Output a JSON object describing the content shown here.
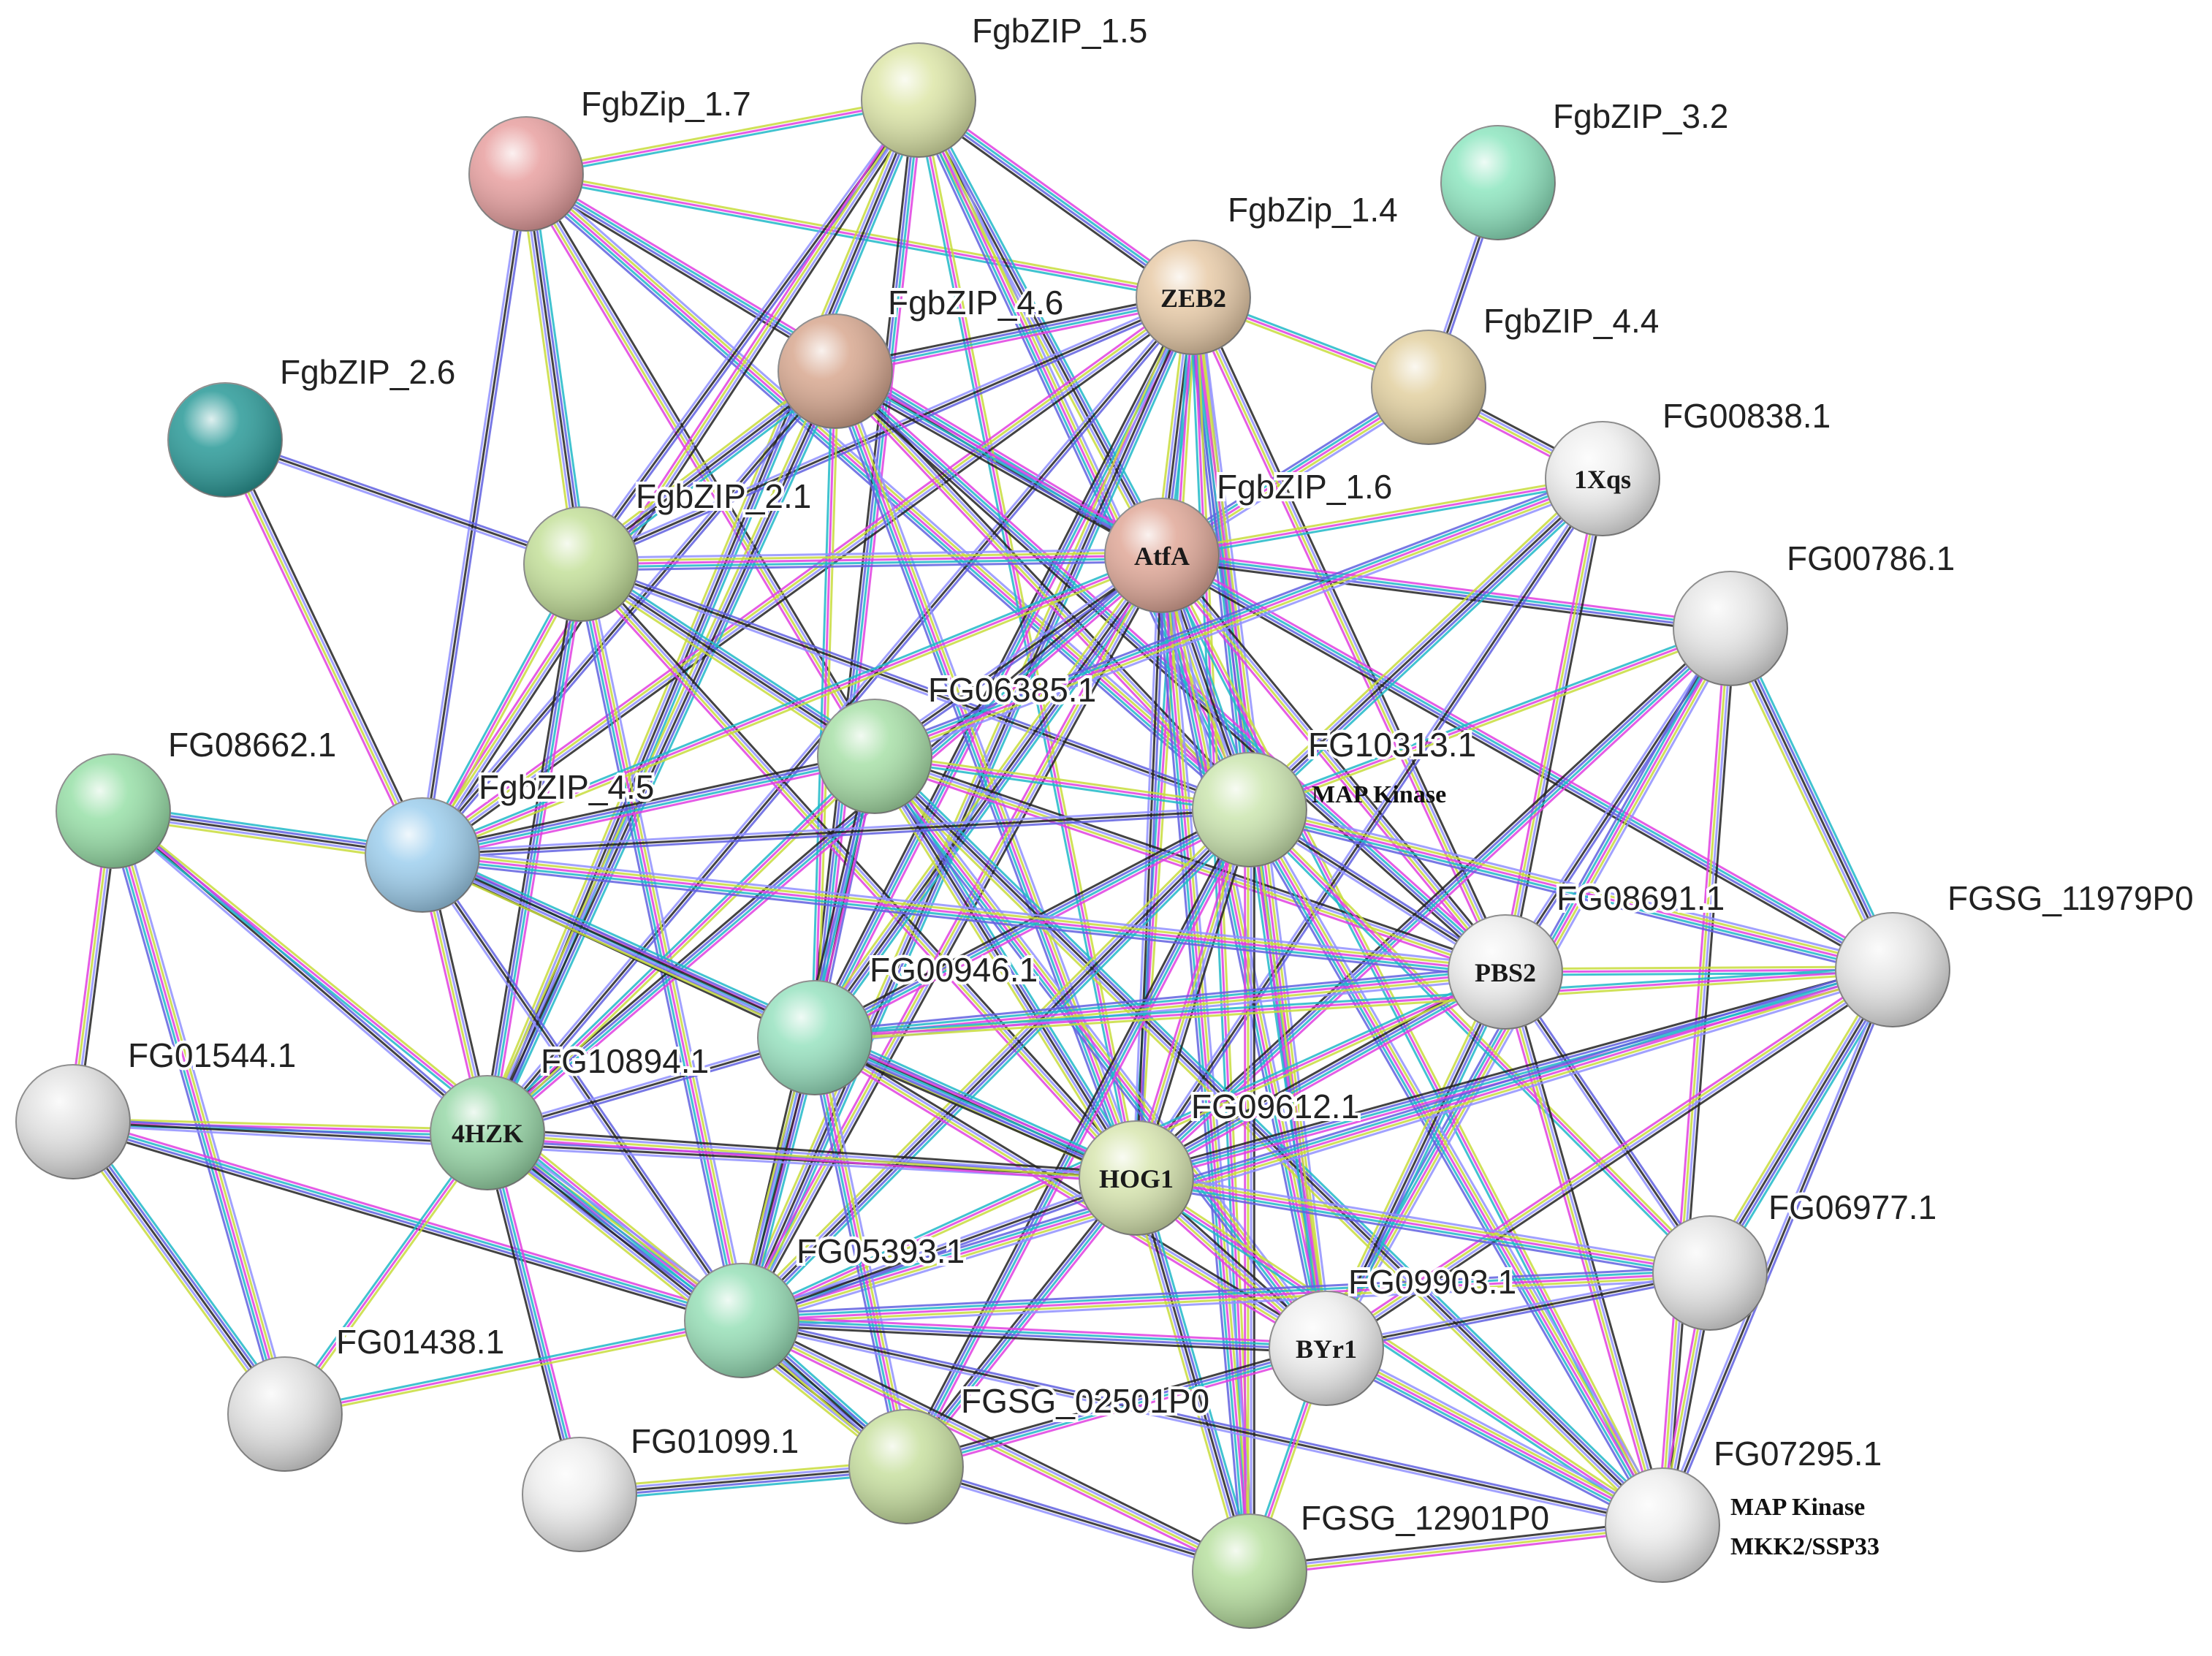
{
  "colors": {
    "edge_palette": [
      "#c8dc3c",
      "#e040e0",
      "#20b8c8",
      "#6060e0",
      "#222222",
      "#9090ff"
    ],
    "background": "#ffffff"
  },
  "annotations": {
    "map_kinase_1": "MAP Kinase",
    "map_kinase_2_line1": "MAP Kinase",
    "map_kinase_2_line2": "MKK2/SSP33"
  },
  "nodes": [
    {
      "id": "n1_7",
      "label": "FgbZip_1.7",
      "inner": "",
      "color": "#e8a0a0"
    },
    {
      "id": "n1_5",
      "label": "FgbZIP_1.5",
      "inner": "",
      "color": "#dde6a8"
    },
    {
      "id": "n3_2",
      "label": "FgbZIP_3.2",
      "inner": "",
      "color": "#8ee6c0"
    },
    {
      "id": "n1_4",
      "label": "FgbZip_1.4",
      "inner": "ZEB2",
      "color": "#e8cba8"
    },
    {
      "id": "n4_6",
      "label": "FgbZIP_4.6",
      "inner": "",
      "color": "#d8a890"
    },
    {
      "id": "n4_4",
      "label": "FgbZIP_4.4",
      "inner": "",
      "color": "#e2d0a0"
    },
    {
      "id": "n2_6",
      "label": "FgbZIP_2.6",
      "inner": "",
      "color": "#2a9a98"
    },
    {
      "id": "n00838",
      "label": "FG00838.1",
      "inner": "1Xqs",
      "color": "#eeeeee"
    },
    {
      "id": "n2_1",
      "label": "FgbZIP_2.1",
      "inner": "",
      "color": "#c4e09a"
    },
    {
      "id": "n1_6",
      "label": "FgbZIP_1.6",
      "inner": "AtfA",
      "color": "#e0a898"
    },
    {
      "id": "n00786",
      "label": "FG00786.1",
      "inner": "",
      "color": "#e6e6e6"
    },
    {
      "id": "n06385",
      "label": "FG06385.1",
      "inner": "",
      "color": "#a8e0a8"
    },
    {
      "id": "n10313",
      "label": "FG10313.1",
      "inner": "",
      "color": "#cce6b0"
    },
    {
      "id": "n08662",
      "label": "FG08662.1",
      "inner": "",
      "color": "#98e0a8"
    },
    {
      "id": "n4_5",
      "label": "FgbZIP_4.5",
      "inner": "",
      "color": "#9ecfee"
    },
    {
      "id": "n08691",
      "label": "FG08691.1",
      "inner": "PBS2",
      "color": "#eeeeee"
    },
    {
      "id": "n11979",
      "label": "FGSG_11979P0",
      "inner": "",
      "color": "#e6e6e6"
    },
    {
      "id": "n00946",
      "label": "FG00946.1",
      "inner": "",
      "color": "#98e2c0"
    },
    {
      "id": "n01544",
      "label": "FG01544.1",
      "inner": "",
      "color": "#e2e2e2"
    },
    {
      "id": "n10894",
      "label": "FG10894.1",
      "inner": "4HZK",
      "color": "#98d8a8"
    },
    {
      "id": "n09612",
      "label": "FG09612.1",
      "inner": "HOG1",
      "color": "#d8e6b0"
    },
    {
      "id": "n06977",
      "label": "FG06977.1",
      "inner": "",
      "color": "#e6e6e6"
    },
    {
      "id": "n05393",
      "label": "FG05393.1",
      "inner": "",
      "color": "#98e0b8"
    },
    {
      "id": "n09903",
      "label": "FG09903.1",
      "inner": "BYr1",
      "color": "#eeeeee"
    },
    {
      "id": "n01438",
      "label": "FG01438.1",
      "inner": "",
      "color": "#e2e2e2"
    },
    {
      "id": "n02501",
      "label": "FGSG_02501P0",
      "inner": "",
      "color": "#c8e0a0"
    },
    {
      "id": "n01099",
      "label": "FG01099.1",
      "inner": "",
      "color": "#eeeeee"
    },
    {
      "id": "n07295",
      "label": "FG07295.1",
      "inner": "",
      "color": "#eeeeee"
    },
    {
      "id": "n12901",
      "label": "FGSG_12901P0",
      "inner": "",
      "color": "#b8e0a0"
    }
  ],
  "edges": [
    [
      "n1_7",
      "n1_4"
    ],
    [
      "n1_7",
      "n1_6"
    ],
    [
      "n1_7",
      "n2_1"
    ],
    [
      "n1_7",
      "n4_5"
    ],
    [
      "n1_7",
      "n06385"
    ],
    [
      "n1_7",
      "n10313"
    ],
    [
      "n1_7",
      "n1_5"
    ],
    [
      "n1_5",
      "n1_4"
    ],
    [
      "n1_5",
      "n1_6"
    ],
    [
      "n1_5",
      "n2_1"
    ],
    [
      "n1_5",
      "n4_5"
    ],
    [
      "n1_5",
      "n10313"
    ],
    [
      "n1_5",
      "n09612"
    ],
    [
      "n1_5",
      "n00946"
    ],
    [
      "n1_5",
      "n10894"
    ],
    [
      "n3_2",
      "n4_4"
    ],
    [
      "n4_4",
      "n00838"
    ],
    [
      "n4_4",
      "n1_6"
    ],
    [
      "n4_4",
      "n1_4"
    ],
    [
      "n1_4",
      "n4_6"
    ],
    [
      "n1_4",
      "n1_6"
    ],
    [
      "n1_4",
      "n2_1"
    ],
    [
      "n1_4",
      "n4_5"
    ],
    [
      "n1_4",
      "n10313"
    ],
    [
      "n1_4",
      "n09612"
    ],
    [
      "n1_4",
      "n00946"
    ],
    [
      "n1_4",
      "n05393"
    ],
    [
      "n1_4",
      "n10894"
    ],
    [
      "n1_4",
      "n08691"
    ],
    [
      "n1_4",
      "n09903"
    ],
    [
      "n1_4",
      "n12901"
    ],
    [
      "n4_6",
      "n1_6"
    ],
    [
      "n4_6",
      "n2_1"
    ],
    [
      "n4_6",
      "n4_5"
    ],
    [
      "n4_6",
      "n10313"
    ],
    [
      "n4_6",
      "n09612"
    ],
    [
      "n4_6",
      "n00946"
    ],
    [
      "n4_6",
      "n08691"
    ],
    [
      "n4_6",
      "n10894"
    ],
    [
      "n2_6",
      "n2_1"
    ],
    [
      "n2_6",
      "n4_5"
    ],
    [
      "n2_1",
      "n1_6"
    ],
    [
      "n2_1",
      "n4_5"
    ],
    [
      "n2_1",
      "n10894"
    ],
    [
      "n2_1",
      "n06385"
    ],
    [
      "n2_1",
      "n10313"
    ],
    [
      "n2_1",
      "n09612"
    ],
    [
      "n2_1",
      "n05393"
    ],
    [
      "n1_6",
      "n00838"
    ],
    [
      "n1_6",
      "n00786"
    ],
    [
      "n1_6",
      "n10313"
    ],
    [
      "n1_6",
      "n09612"
    ],
    [
      "n1_6",
      "n08691"
    ],
    [
      "n1_6",
      "n09903"
    ],
    [
      "n1_6",
      "n4_5"
    ],
    [
      "n1_6",
      "n10894"
    ],
    [
      "n1_6",
      "n00946"
    ],
    [
      "n1_6",
      "n06385"
    ],
    [
      "n1_6",
      "n05393"
    ],
    [
      "n1_6",
      "n12901"
    ],
    [
      "n1_6",
      "n07295"
    ],
    [
      "n1_6",
      "n11979"
    ],
    [
      "n00838",
      "n10313"
    ],
    [
      "n00838",
      "n09612"
    ],
    [
      "n00838",
      "n08691"
    ],
    [
      "n00838",
      "n06385"
    ],
    [
      "n00786",
      "n10313"
    ],
    [
      "n00786",
      "n09612"
    ],
    [
      "n00786",
      "n11979"
    ],
    [
      "n00786",
      "n08691"
    ],
    [
      "n00786",
      "n07295"
    ],
    [
      "n00786",
      "n09903"
    ],
    [
      "n06385",
      "n10313"
    ],
    [
      "n06385",
      "n4_5"
    ],
    [
      "n06385",
      "n09612"
    ],
    [
      "n06385",
      "n00946"
    ],
    [
      "n06385",
      "n08691"
    ],
    [
      "n06385",
      "n09903"
    ],
    [
      "n06385",
      "n10894"
    ],
    [
      "n06385",
      "n05393"
    ],
    [
      "n06385",
      "n07295"
    ],
    [
      "n10313",
      "n08691"
    ],
    [
      "n10313",
      "n09612"
    ],
    [
      "n10313",
      "n11979"
    ],
    [
      "n10313",
      "n09903"
    ],
    [
      "n10313",
      "n00946"
    ],
    [
      "n10313",
      "n05393"
    ],
    [
      "n10313",
      "n4_5"
    ],
    [
      "n10313",
      "n12901"
    ],
    [
      "n10313",
      "n07295"
    ],
    [
      "n10313",
      "n06977"
    ],
    [
      "n10313",
      "n02501"
    ],
    [
      "n08662",
      "n4_5"
    ],
    [
      "n08662",
      "n10894"
    ],
    [
      "n08662",
      "n01544"
    ],
    [
      "n08662",
      "n01438"
    ],
    [
      "n08662",
      "n05393"
    ],
    [
      "n4_5",
      "n00946"
    ],
    [
      "n4_5",
      "n09612"
    ],
    [
      "n4_5",
      "n05393"
    ],
    [
      "n4_5",
      "n10894"
    ],
    [
      "n4_5",
      "n08691"
    ],
    [
      "n08691",
      "n11979"
    ],
    [
      "n08691",
      "n09612"
    ],
    [
      "n08691",
      "n09903"
    ],
    [
      "n08691",
      "n06977"
    ],
    [
      "n08691",
      "n07295"
    ],
    [
      "n08691",
      "n00946"
    ],
    [
      "n08691",
      "n05393"
    ],
    [
      "n11979",
      "n09612"
    ],
    [
      "n11979",
      "n06977"
    ],
    [
      "n11979",
      "n07295"
    ],
    [
      "n11979",
      "n09903"
    ],
    [
      "n11979",
      "n05393"
    ],
    [
      "n11979",
      "n00946"
    ],
    [
      "n00946",
      "n09612"
    ],
    [
      "n00946",
      "n05393"
    ],
    [
      "n00946",
      "n10894"
    ],
    [
      "n00946",
      "n09903"
    ],
    [
      "n00946",
      "n02501"
    ],
    [
      "n01544",
      "n10894"
    ],
    [
      "n01544",
      "n05393"
    ],
    [
      "n01544",
      "n01438"
    ],
    [
      "n01544",
      "n09612"
    ],
    [
      "n10894",
      "n09612"
    ],
    [
      "n10894",
      "n05393"
    ],
    [
      "n10894",
      "n01438"
    ],
    [
      "n10894",
      "n01099"
    ],
    [
      "n10894",
      "n02501"
    ],
    [
      "n09612",
      "n05393"
    ],
    [
      "n09612",
      "n09903"
    ],
    [
      "n09612",
      "n06977"
    ],
    [
      "n09612",
      "n07295"
    ],
    [
      "n09612",
      "n02501"
    ],
    [
      "n09612",
      "n12901"
    ],
    [
      "n06977",
      "n09903"
    ],
    [
      "n06977",
      "n07295"
    ],
    [
      "n06977",
      "n05393"
    ],
    [
      "n05393",
      "n01438"
    ],
    [
      "n05393",
      "n09903"
    ],
    [
      "n05393",
      "n02501"
    ],
    [
      "n05393",
      "n07295"
    ],
    [
      "n05393",
      "n12901"
    ],
    [
      "n09903",
      "n07295"
    ],
    [
      "n09903",
      "n12901"
    ],
    [
      "n09903",
      "n02501"
    ],
    [
      "n02501",
      "n01099"
    ],
    [
      "n02501",
      "n12901"
    ],
    [
      "n12901",
      "n07295"
    ]
  ]
}
